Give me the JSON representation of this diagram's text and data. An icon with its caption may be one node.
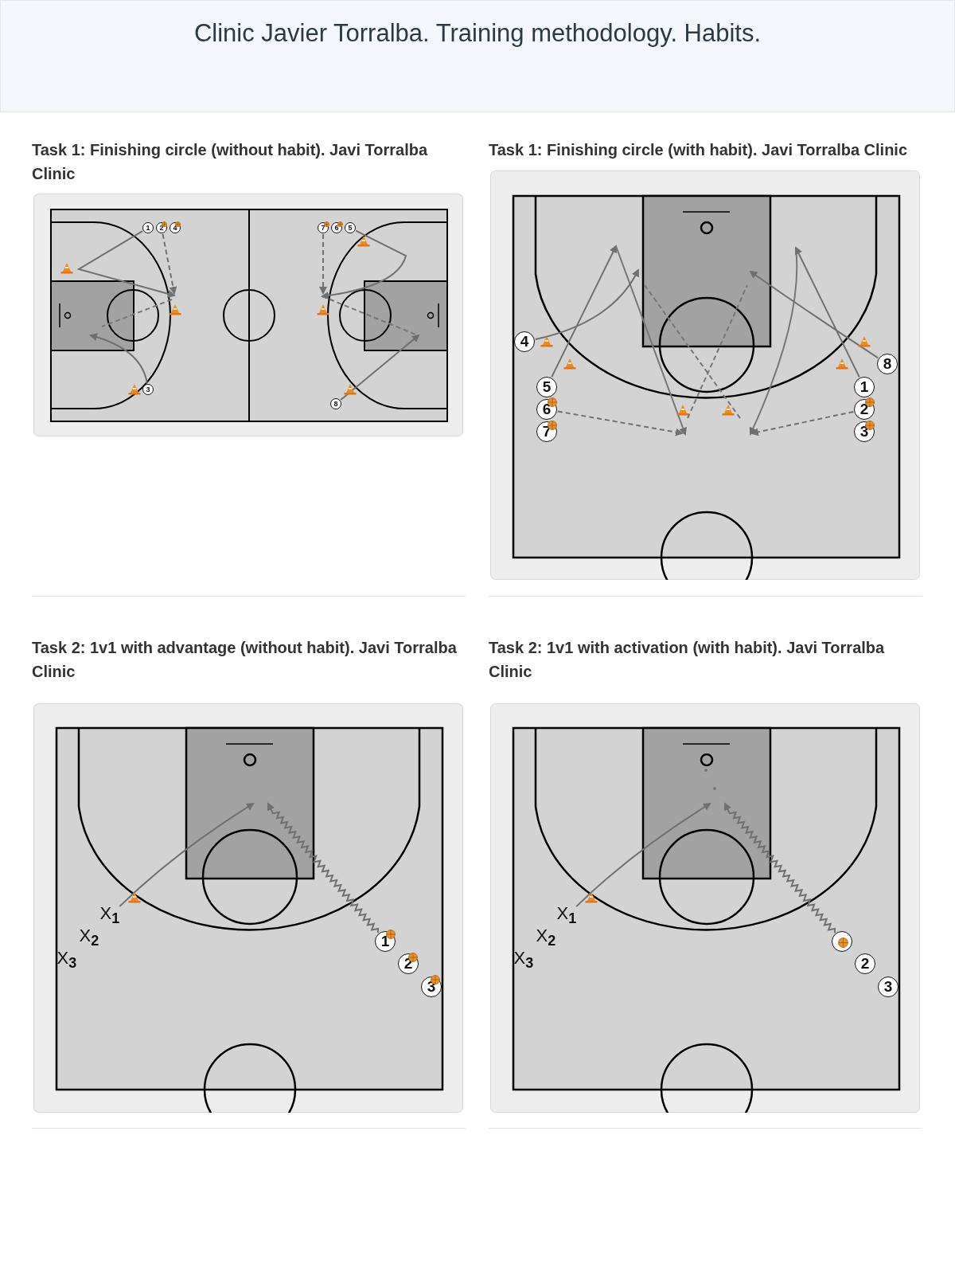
{
  "diagram": {
    "title": "Clinic Javier Torralba. Training methodology. Habits.",
    "nodes": [
      {
        "text": [
          "Task 1: Finishing circle (without habit). Javi Torralba Clinic"
        ]
      },
      {
        "text": [
          "1"
        ],
        "in": 0
      },
      {
        "text": [
          "2"
        ],
        "in": 0
      },
      {
        "text": [
          "4"
        ],
        "in": 0
      },
      {
        "text": [
          "7"
        ],
        "in": 0
      },
      {
        "text": [
          "6"
        ],
        "in": 0
      },
      {
        "text": [
          "5"
        ],
        "in": 0
      },
      {
        "text": [
          "3"
        ],
        "in": 0
      },
      {
        "text": [
          "8"
        ],
        "in": 0
      },
      {
        "text": [
          "Task 1: Finishing circle (with habit). Javi Torralba Clinic"
        ]
      },
      {
        "text": [
          "4"
        ],
        "in": 9
      },
      {
        "text": [
          "8"
        ],
        "in": 9
      },
      {
        "text": [
          "5"
        ],
        "in": 9
      },
      {
        "text": [
          "1"
        ],
        "in": 9
      },
      {
        "text": [
          "6"
        ],
        "in": 9
      },
      {
        "text": [
          "2"
        ],
        "in": 9
      },
      {
        "text": [
          "7"
        ],
        "in": 9
      },
      {
        "text": [
          "3"
        ],
        "in": 9
      },
      {
        "text": [
          "Task 2: 1v1 with advantage (without habit). Javi Torralba Clinic"
        ]
      },
      {
        "text": [
          "X$_{1}$"
        ],
        "in": 18
      },
      {
        "text": [
          "X$_{2}$"
        ],
        "in": 18
      },
      {
        "text": [
          "X$_{3}$"
        ],
        "in": 18
      },
      {
        "text": [
          "1"
        ],
        "in": 18
      },
      {
        "text": [
          "2"
        ],
        "in": 18
      },
      {
        "text": [
          "3"
        ],
        "in": 18
      },
      {
        "text": [
          "Task 2: 1v1 with activation (with habit). Javi Torralba Clinic"
        ]
      },
      {
        "text": [
          "X$_{1}$"
        ],
        "in": 25
      },
      {
        "text": [
          "X$_{2}$"
        ],
        "in": 25
      },
      {
        "text": [
          "X$_{3}$"
        ],
        "in": 25
      },
      {
        "text": [],
        "shape": "circle",
        "in": 25
      },
      {
        "text": [
          "2"
        ],
        "in": 25
      },
      {
        "text": [
          "3"
        ],
        "in": 25
      }
    ],
    "edges": [
      {
        "from": 1,
        "to": null,
        "arrow": "to"
      },
      {
        "from": 2,
        "to": null,
        "arrow": "to",
        "style": "dashed"
      },
      {
        "from": 7,
        "to": null,
        "arrow": "to"
      },
      {
        "from": 6,
        "to": null,
        "arrow": "to"
      },
      {
        "from": 4,
        "to": null,
        "arrow": "to",
        "style": "dashed"
      },
      {
        "from": 8,
        "to": null,
        "arrow": "to"
      },
      {
        "from": 10,
        "to": null,
        "arrow": "to"
      },
      {
        "from": 12,
        "to": null,
        "arrow": "to"
      },
      {
        "from": 14,
        "to": null,
        "arrow": "to",
        "style": "dashed"
      },
      {
        "from": 13,
        "to": null,
        "arrow": "to"
      },
      {
        "from": 11,
        "to": null,
        "arrow": "to"
      },
      {
        "from": 15,
        "to": null,
        "arrow": "to",
        "style": "dashed"
      },
      {
        "from": 19,
        "to": null,
        "arrow": "to"
      },
      {
        "from": 22,
        "to": null,
        "arrow": "to"
      },
      {
        "from": 26,
        "to": null,
        "arrow": "to"
      },
      {
        "from": 29,
        "to": null,
        "arrow": "to"
      }
    ]
  }
}
